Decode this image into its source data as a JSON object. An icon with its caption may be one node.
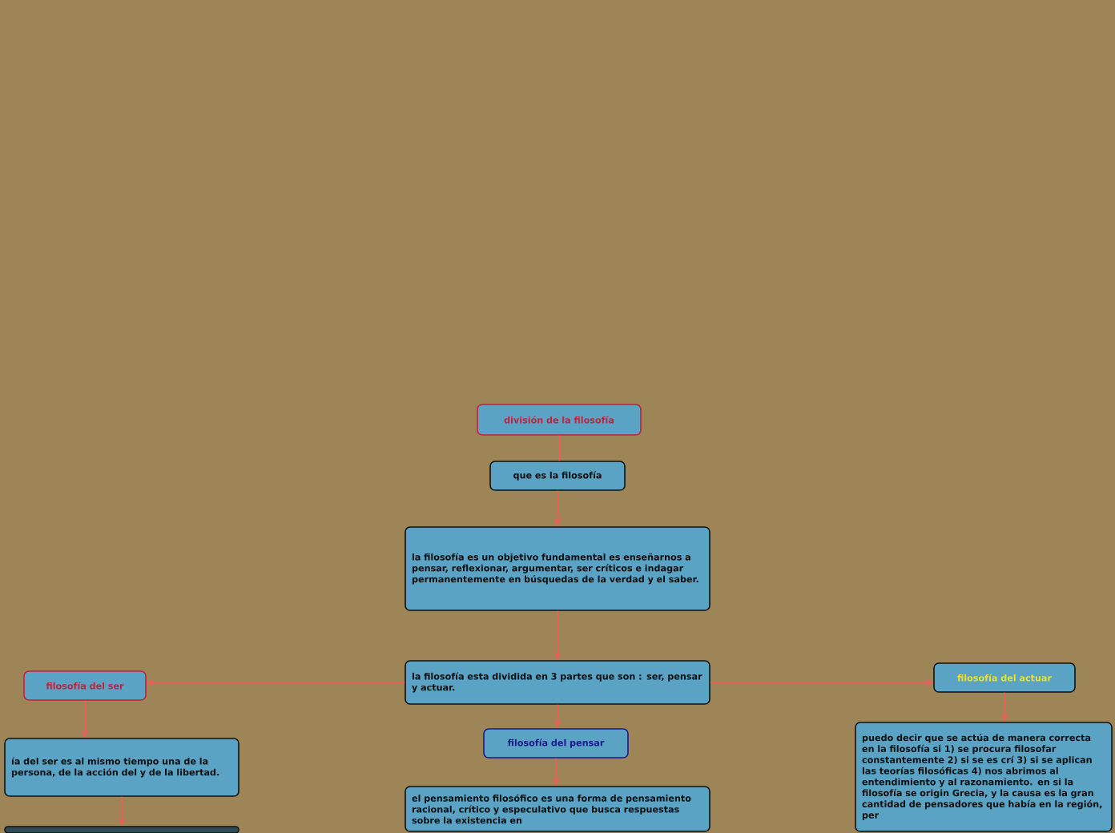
{
  "diagram": {
    "nodes": [
      {
        "text": [
          "división de la filosofía"
        ]
      },
      {
        "text": [
          "que es la filosofía"
        ]
      },
      {
        "text": [
          "la filosofía es un objetivo fundamental es enseñarnos a pensar, reflexionar, argumentar, ser críticos e indagar permanentemente en búsquedas de la verdad y el saber."
        ]
      },
      {
        "text": [
          "la filosofía esta dividida en 3 partes que son : ser, pensar y actuar."
        ]
      },
      {
        "text": [
          "filosofía del ser"
        ]
      },
      {
        "text": [
          "ía del ser es al mismo tiempo una de la persona, de la acción del y de la libertad."
        ]
      },
      {
        "text": [],
        "shape": "box"
      },
      {
        "text": [
          "filosofía del pensar"
        ]
      },
      {
        "text": [
          "el pensamiento filosófico es una forma de pensamiento racional, crítico y especulativo que busca respuestas sobre la existencia en"
        ]
      },
      {
        "text": [
          "filosofía del actuar"
        ]
      },
      {
        "text": [
          "puedo decir que se actúa de manera correcta en la filosofía si 1) se procura filosofar constantemente 2) si se es crí 3) si se aplican las teorías filosóficas 4) nos abrimos al entendimiento y al razonamiento. en si la filosofía se origin Grecia, y la causa es la gran cantidad de pensadores que había en la región, per"
        ]
      }
    ],
    "edges": [
      {
        "from": 0,
        "to": 1,
        "arrow": "none"
      },
      {
        "from": 1,
        "to": 2,
        "arrow": "to"
      },
      {
        "from": 2,
        "to": 3,
        "arrow": "to"
      },
      {
        "from": 3,
        "to": 4,
        "arrow": "to"
      },
      {
        "from": 3,
        "to": 7,
        "arrow": "to"
      },
      {
        "from": 3,
        "to": 9,
        "arrow": "to"
      },
      {
        "from": 4,
        "to": 5,
        "arrow": "to"
      },
      {
        "from": 5,
        "to": 6,
        "arrow": "to"
      },
      {
        "from": 7,
        "to": 8,
        "arrow": "to"
      },
      {
        "from": 9,
        "to": 10,
        "arrow": "to"
      }
    ]
  }
}
